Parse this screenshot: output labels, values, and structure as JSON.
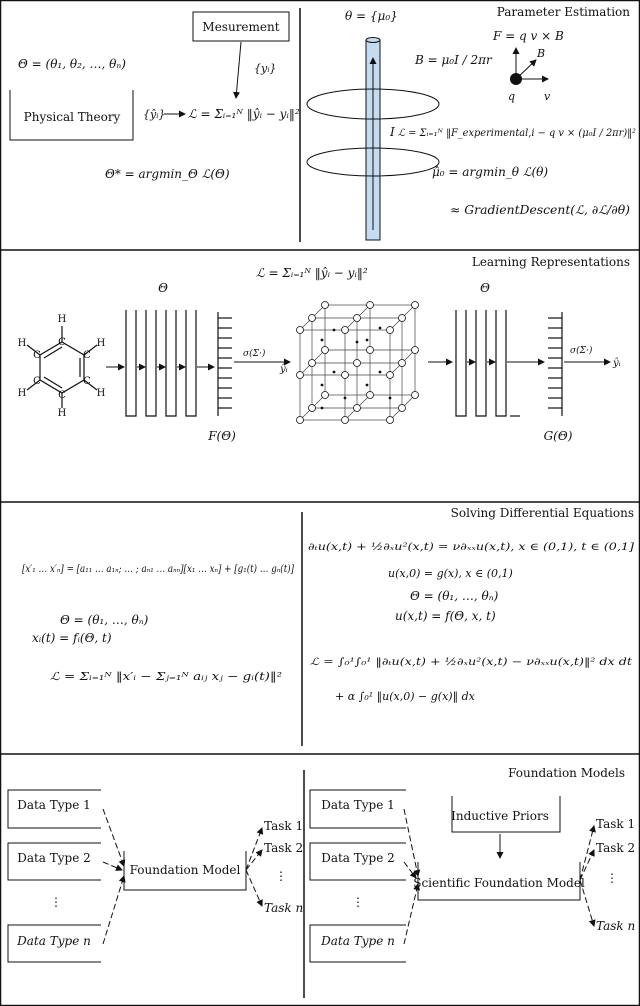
{
  "panel1": {
    "title": "Parameter Estimation",
    "measurement_box": "Mesurement",
    "measurement_arrow_label": "{yᵢ}",
    "theta_vector": "Θ = (θ₁, θ₂, …, θₙ)",
    "physical_theory_box": "Physical Theory",
    "prediction_label": "{ŷᵢ}",
    "loss": "ℒ = Σᵢ₌₁ᴺ ‖ŷᵢ − yᵢ‖²",
    "argmin": "Θ* = argmin_Θ ℒ(Θ)",
    "theta_mu": "θ = {μ₀}",
    "b_field": "B = μ₀I / 2πr",
    "current_label": "I",
    "lorentz_force": "F = q v × B",
    "b_vec_label": "B",
    "charge_label": "q",
    "velocity_label": "v",
    "loss_physics": "ℒ = Σᵢ₌₁ᴺ ‖F_experimental,i − q v × (μ₀I / 2πr)‖²",
    "mu_hat": "μ̂₀ = argmin_θ ℒ(θ)",
    "gradient_descent": "≈ GradientDescent(ℒ, ∂ℒ/∂θ)"
  },
  "panel2": {
    "title": "Learning Representations",
    "loss": "ℒ = Σᵢ₌₁ᴺ ‖ŷᵢ − yᵢ‖²",
    "theta_left": "Θ",
    "theta_right": "Θ",
    "sigma_left": "σ(Σ·)",
    "sigma_right": "σ(Σ·)",
    "output_left": "ŷᵢ",
    "output_right": "ŷᵢ",
    "f_label": "F(Θ)",
    "g_label": "G(Θ)",
    "atom_c": "C",
    "atom_h": "H"
  },
  "panel3": {
    "title": "Solving Differential Equations",
    "ode_system": "[x′₁ … x′ₙ] = [a₁₁ … a₁ₙ; … ; aₙ₁ … aₙₙ][x₁ … xₙ] + [g₁(t) … gₙ(t)]",
    "theta": "Θ = (θ₁, …, θₙ)",
    "x_of_t": "xᵢ(t) = fᵢ(Θ, t)",
    "loss_ode": "ℒ = Σᵢ₌₁ᴺ ‖x′ᵢ − Σⱼ₌₁ᴺ aᵢⱼ xⱼ − gᵢ(t)‖²",
    "pde": "∂ₜu(x,t) + ½∂ₓu²(x,t) = ν∂ₓₓu(x,t),   x ∈ (0,1), t ∈ (0,1]",
    "initial_condition": "u(x,0) = g(x),   x ∈ (0,1)",
    "theta_pde": "Θ = (θ₁, …, θₙ)",
    "solution": "u(x,t) = f(Θ, x, t)",
    "loss_pde_1": "ℒ = ∫₀¹∫₀¹ ‖∂ₜu(x,t) + ½∂ₓu²(x,t) − ν∂ₓₓu(x,t)‖² dx dt",
    "loss_pde_2": "+ α ∫₀¹ ‖u(x,0) − g(x)‖ dx"
  },
  "panel4": {
    "title": "Foundation Models",
    "left_inputs": [
      "Data Type 1",
      "Data Type 2",
      "⋮",
      "Data Type n"
    ],
    "right_inputs": [
      "Data Type 1",
      "Data Type 2",
      "⋮",
      "Data Type n"
    ],
    "left_model": "Foundation Model",
    "right_model": "Scientific Foundation Model",
    "inductive_priors": "Inductive Priors",
    "tasks_left": [
      "Task 1",
      "Task 2",
      "⋮",
      "Task n"
    ],
    "tasks_right": [
      "Task 1",
      "Task 2",
      "⋮",
      "Task n"
    ]
  }
}
